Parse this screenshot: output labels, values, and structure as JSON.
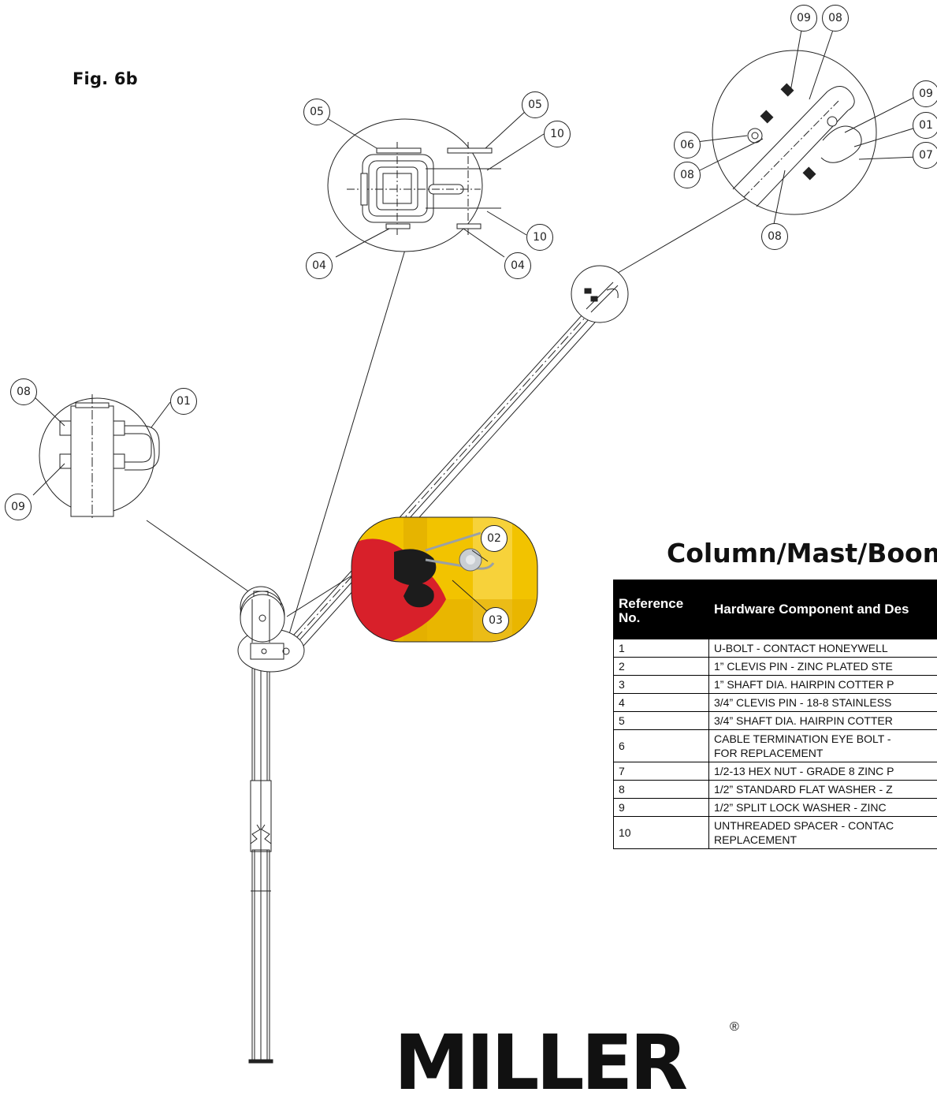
{
  "figure": {
    "title": "Fig. 6b"
  },
  "section_title": "Column/Mast/Boom",
  "table": {
    "headers": [
      "Reference No.",
      "Hardware Component and Des"
    ],
    "rows": [
      {
        "ref": "1",
        "desc": "U-BOLT - CONTACT HONEYWELL"
      },
      {
        "ref": "2",
        "desc": "1” CLEVIS PIN - ZINC PLATED STE"
      },
      {
        "ref": "3",
        "desc": "1” SHAFT DIA. HAIRPIN COTTER P"
      },
      {
        "ref": "4",
        "desc": "3/4” CLEVIS PIN - 18-8 STAINLESS"
      },
      {
        "ref": "5",
        "desc": "3/4” SHAFT DIA. HAIRPIN COTTER"
      },
      {
        "ref": "6",
        "desc": "CABLE TERMINATION EYE BOLT -",
        "desc2": "FOR REPLACEMENT"
      },
      {
        "ref": "7",
        "desc": "1/2-13 HEX NUT - GRADE 8 ZINC P"
      },
      {
        "ref": "8",
        "desc": "1/2” STANDARD FLAT WASHER - Z"
      },
      {
        "ref": "9",
        "desc": "1/2” SPLIT LOCK WASHER - ZINC"
      },
      {
        "ref": "10",
        "desc": "UNTHREADED SPACER - CONTAC",
        "desc2": "REPLACEMENT"
      }
    ]
  },
  "callouts": {
    "top_right": [
      "09",
      "08",
      "09",
      "01",
      "07",
      "06",
      "08",
      "08"
    ],
    "clevis_detail": [
      "05",
      "05",
      "10",
      "10",
      "04",
      "04"
    ],
    "ubolt_detail": [
      "08",
      "01",
      "09"
    ],
    "pin_photo": [
      "02",
      "03"
    ]
  },
  "logo": {
    "text": "MILLER",
    "mark": "®"
  },
  "colors": {
    "photo_yellow": "#f2c300",
    "glove_red": "#d8202a",
    "ink": "#111111"
  }
}
